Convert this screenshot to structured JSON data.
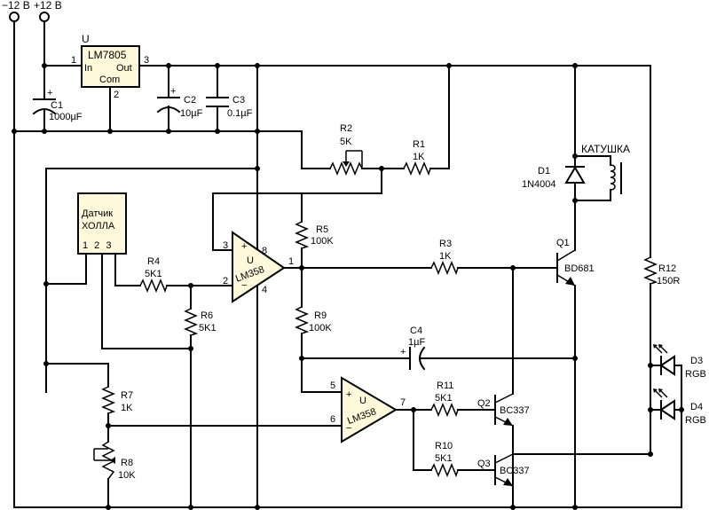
{
  "supply": {
    "neg": "−12 В",
    "pos": "+12 В"
  },
  "regulator": {
    "ref": "U",
    "part": "LM7805",
    "in": "In",
    "out": "Out",
    "com": "Com",
    "pin_in": "1",
    "pin_out": "3",
    "pin_com": "2"
  },
  "hall": {
    "line1": "Датчик",
    "line2": "ХОЛЛА",
    "pins": "1 2 3"
  },
  "opamp1": {
    "ref": "U",
    "part": "LM358",
    "plus": "+",
    "minus": "−",
    "pin_plus": "3",
    "pin_minus": "2",
    "pin_out": "1",
    "pin_vcc": "8",
    "pin_gnd": "4"
  },
  "opamp2": {
    "ref": "U",
    "part": "LM358",
    "plus": "+",
    "minus": "−",
    "pin_plus": "5",
    "pin_minus": "6",
    "pin_out": "7"
  },
  "c1": {
    "ref": "C1",
    "value": "1000µF",
    "pol": "+"
  },
  "c2": {
    "ref": "C2",
    "value": "10µF",
    "pol": "+"
  },
  "c3": {
    "ref": "C3",
    "value": "0.1µF"
  },
  "c4": {
    "ref": "C4",
    "value": "1µF",
    "pol": "+"
  },
  "r1": {
    "ref": "R1",
    "value": "1K"
  },
  "r2": {
    "ref": "R2",
    "value": "5K"
  },
  "r3": {
    "ref": "R3",
    "value": "1K"
  },
  "r4": {
    "ref": "R4",
    "value": "5K1"
  },
  "r5": {
    "ref": "R5",
    "value": "100K"
  },
  "r6": {
    "ref": "R6",
    "value": "5K1"
  },
  "r7": {
    "ref": "R7",
    "value": "1K"
  },
  "r8": {
    "ref": "R8",
    "value": "10K"
  },
  "r9": {
    "ref": "R9",
    "value": "100K"
  },
  "r10": {
    "ref": "R10",
    "value": "5K1"
  },
  "r11": {
    "ref": "R11",
    "value": "5K1"
  },
  "r12": {
    "ref": "R12",
    "value": "150R"
  },
  "d1": {
    "ref": "D1",
    "value": "1N4004"
  },
  "coil": {
    "label": "КАТУШКА"
  },
  "q1": {
    "ref": "Q1",
    "value": "BD681"
  },
  "q2": {
    "ref": "Q2",
    "value": "BC337"
  },
  "q3": {
    "ref": "Q3",
    "value": "BC337"
  },
  "d3": {
    "ref": "D3",
    "value": "RGB"
  },
  "d4": {
    "ref": "D4",
    "value": "RGB"
  }
}
